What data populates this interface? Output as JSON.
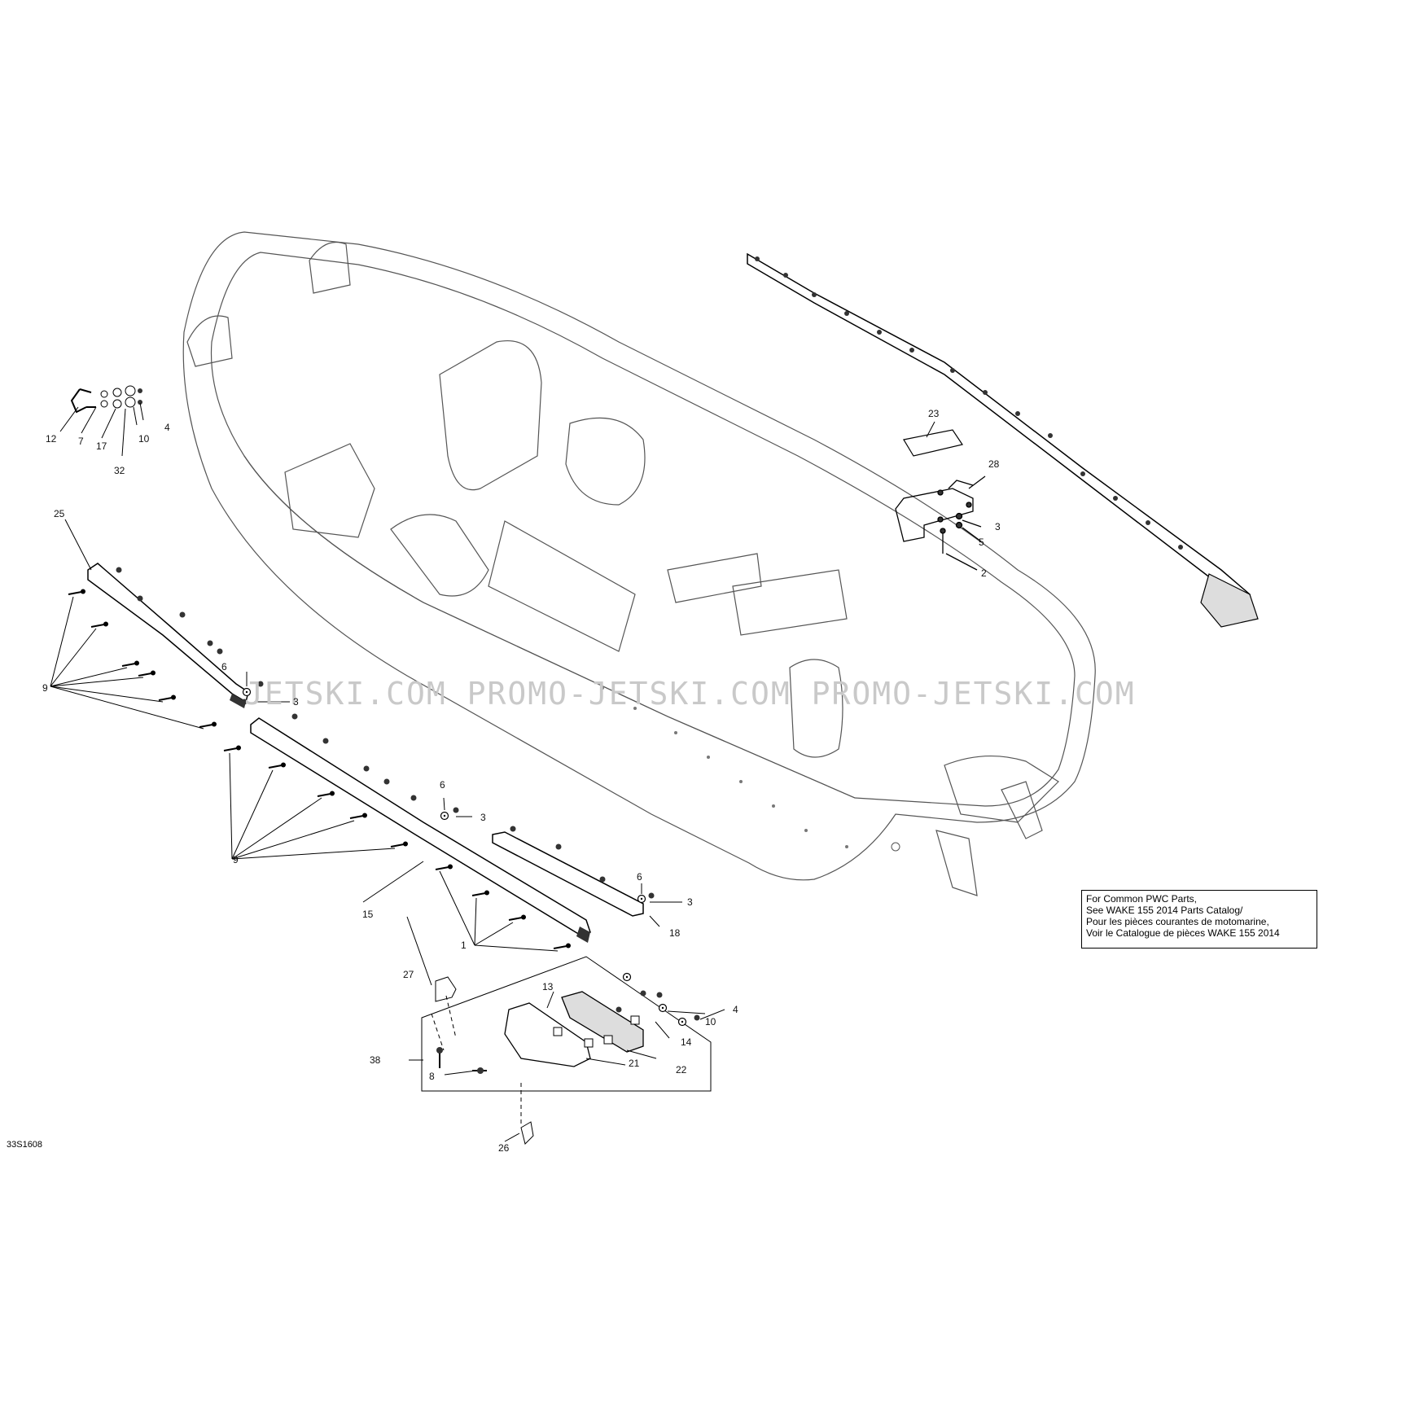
{
  "watermark": "JETSKI.COM   PROMO-JETSKI.COM   PROMO-JETSKI.COM",
  "figure_code": "33S1608",
  "note": {
    "lines": [
      "For Common PWC Parts,",
      "See WAKE 155 2014 Parts Catalog/",
      "Pour les pièces courantes de motomarine,",
      "Voir le Catalogue de pièces WAKE 155 2014"
    ]
  },
  "callouts": [
    {
      "id": "c12",
      "text": "12"
    },
    {
      "id": "c7",
      "text": "7"
    },
    {
      "id": "c17",
      "text": "17"
    },
    {
      "id": "c10a",
      "text": "10"
    },
    {
      "id": "c4a",
      "text": "4"
    },
    {
      "id": "c32",
      "text": "32"
    },
    {
      "id": "c25",
      "text": "25"
    },
    {
      "id": "c6a",
      "text": "6"
    },
    {
      "id": "c3a",
      "text": "3"
    },
    {
      "id": "c9a",
      "text": "9"
    },
    {
      "id": "c6b",
      "text": "6"
    },
    {
      "id": "c3b",
      "text": "3"
    },
    {
      "id": "c9b",
      "text": "9"
    },
    {
      "id": "c15",
      "text": "15"
    },
    {
      "id": "c6c",
      "text": "6"
    },
    {
      "id": "c3c",
      "text": "3"
    },
    {
      "id": "c1",
      "text": "1"
    },
    {
      "id": "c18",
      "text": "18"
    },
    {
      "id": "c27",
      "text": "27"
    },
    {
      "id": "c13",
      "text": "13"
    },
    {
      "id": "c4b",
      "text": "4"
    },
    {
      "id": "c10b",
      "text": "10"
    },
    {
      "id": "c14",
      "text": "14"
    },
    {
      "id": "c38",
      "text": "38"
    },
    {
      "id": "c21",
      "text": "21"
    },
    {
      "id": "c22",
      "text": "22"
    },
    {
      "id": "c8",
      "text": "8"
    },
    {
      "id": "c26",
      "text": "26"
    },
    {
      "id": "c23",
      "text": "23"
    },
    {
      "id": "c28",
      "text": "28"
    },
    {
      "id": "c3d",
      "text": "3"
    },
    {
      "id": "c5",
      "text": "5"
    },
    {
      "id": "c2",
      "text": "2"
    }
  ]
}
